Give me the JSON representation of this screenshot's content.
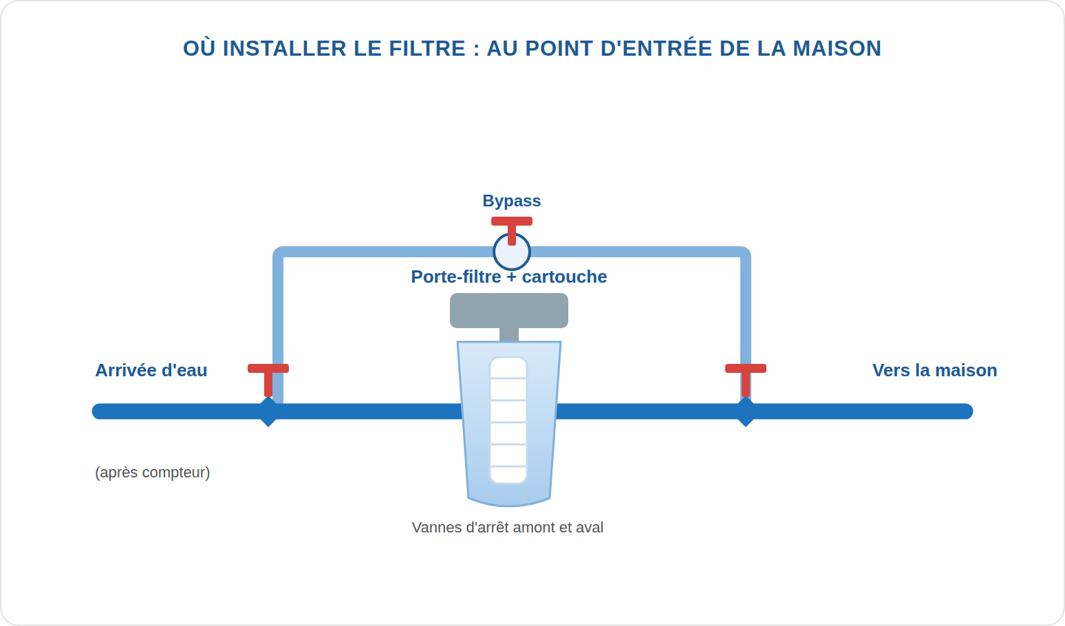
{
  "diagram": {
    "title": "OÙ INSTALLER LE FILTRE : AU POINT D'ENTRÉE DE LA MAISON",
    "nodes": [
      {
        "text": [
          "Bypass"
        ]
      },
      {
        "text": [
          "Porte-filtre + cartouche"
        ]
      }
    ],
    "labels": [
      "Arrivée d'eau",
      "(après compteur)",
      "Vers la maison",
      "Vannes d'arrêt amont et aval"
    ]
  }
}
